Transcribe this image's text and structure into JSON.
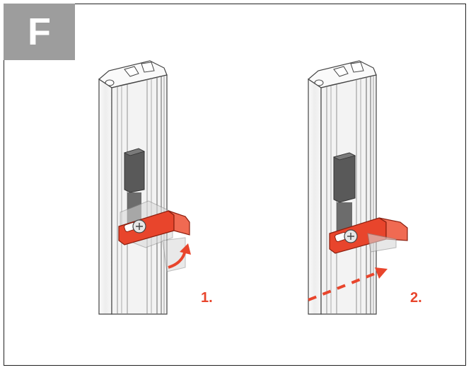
{
  "panel": {
    "letter": "F"
  },
  "steps": {
    "step1": "1.",
    "step2": "2."
  },
  "colors": {
    "accent": "#e8452c",
    "badge": "#9d9d9d",
    "profile": "#f4f4f4",
    "outline": "#444444",
    "magnet": "#4d4d4d"
  },
  "icons": {
    "rotate_arrow": "curved-arrow-icon",
    "slide_arrow": "dashed-arrow-icon"
  }
}
